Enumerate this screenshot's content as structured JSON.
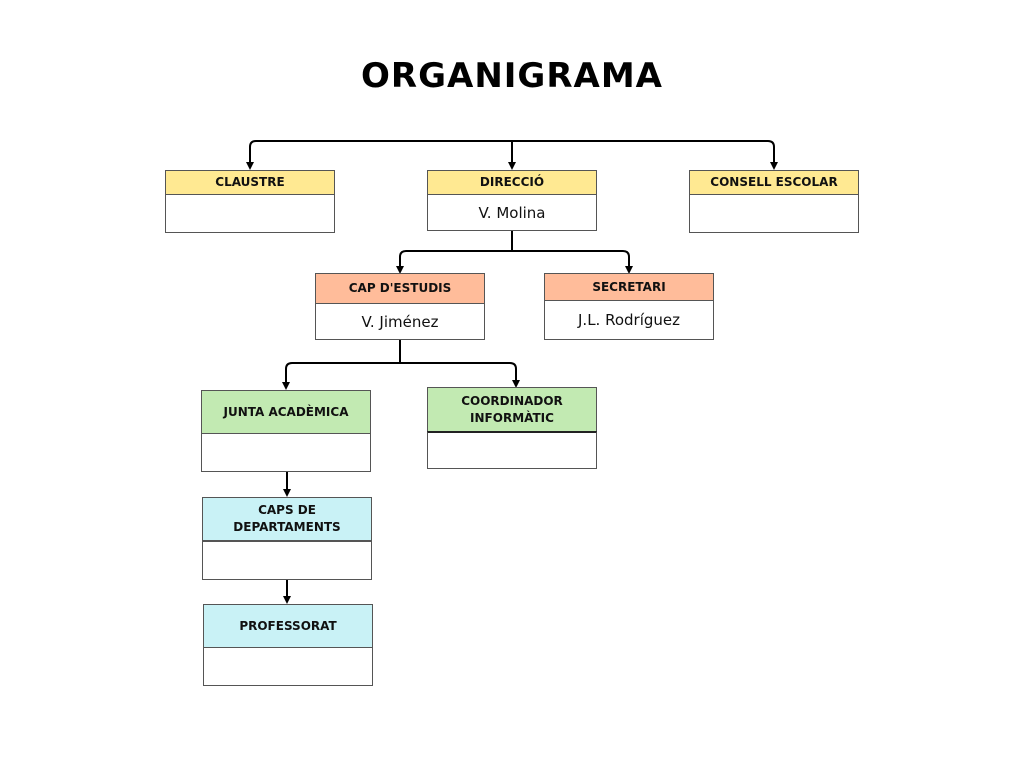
{
  "title": "ORGANIGRAMA",
  "colors": {
    "level1": "#ffe992",
    "level2": "#ffbc9a",
    "level3": "#c2eab2",
    "level4": "#c9f2f6",
    "connector": "#000000"
  },
  "nodes": {
    "claustre": {
      "title": "CLAUSTRE",
      "name": ""
    },
    "direccio": {
      "title": "DIRECCIÓ",
      "name": "V. Molina"
    },
    "consell": {
      "title": "CONSELL ESCOLAR",
      "name": ""
    },
    "cap_estudis": {
      "title": "CAP D'ESTUDIS",
      "name": "V. Jiménez"
    },
    "secretari": {
      "title": "SECRETARI",
      "name": "J.L. Rodríguez"
    },
    "junta": {
      "title": "JUNTA ACADÈMICA",
      "name": ""
    },
    "coordinador": {
      "title": "COORDINADOR INFORMÀTIC",
      "name": ""
    },
    "caps_dept": {
      "title": "CAPS DE DEPARTAMENTS",
      "name": ""
    },
    "professorat": {
      "title": "PROFESSORAT",
      "name": ""
    }
  },
  "connections": [
    [
      "top",
      "claustre"
    ],
    [
      "top",
      "direccio"
    ],
    [
      "top",
      "consell"
    ],
    [
      "direccio",
      "cap_estudis"
    ],
    [
      "direccio",
      "secretari"
    ],
    [
      "cap_estudis",
      "junta"
    ],
    [
      "cap_estudis",
      "coordinador"
    ],
    [
      "junta",
      "caps_dept"
    ],
    [
      "caps_dept",
      "professorat"
    ]
  ]
}
